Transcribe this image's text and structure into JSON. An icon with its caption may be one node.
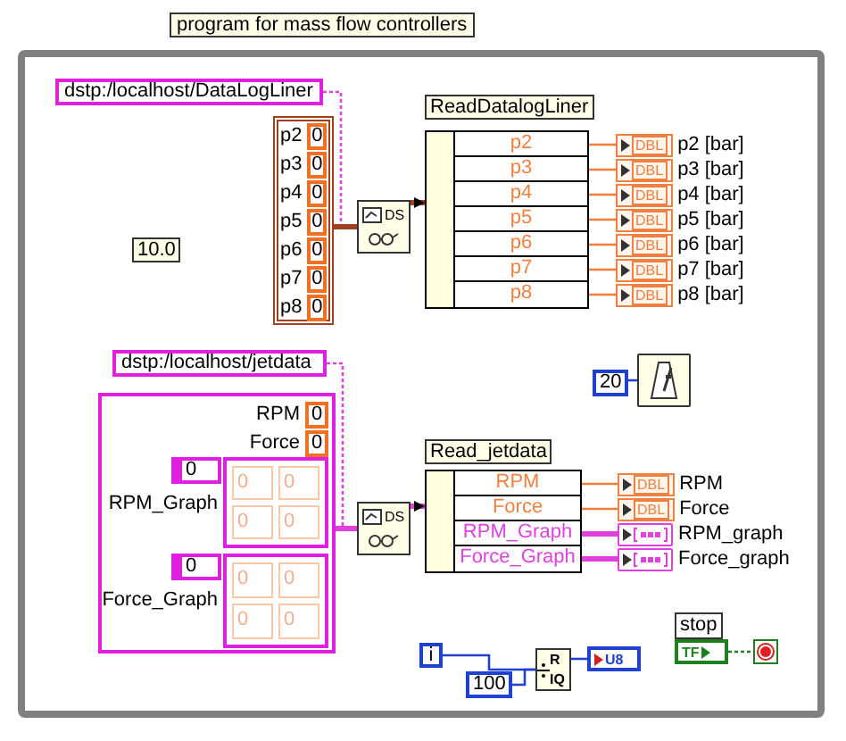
{
  "diagram": {
    "title": "program for mass flow controllers",
    "nodes": [
      {
        "text": [],
        "shape": "box"
      },
      {
        "text": [
          "dstp:/localhost/DataLogLiner"
        ],
        "in": 0
      },
      {
        "text": [
          "p2",
          "0",
          "p3",
          "0",
          "p4",
          "0",
          "p5",
          "0",
          "p6",
          "0",
          "p7",
          "0",
          "p8",
          "0"
        ],
        "in": 0
      },
      {
        "text": [
          "DS"
        ],
        "in": 0
      },
      {
        "text": [
          "ReadDatalogLiner",
          "p2",
          "p3",
          "p4",
          "p5",
          "p6",
          "p7",
          "p8"
        ],
        "in": 0
      },
      {
        "text": [
          "DBL"
        ],
        "beside": [
          "p2 [bar]"
        ],
        "in": 0
      },
      {
        "text": [
          "DBL"
        ],
        "beside": [
          "p3 [bar]"
        ],
        "in": 0
      },
      {
        "text": [
          "DBL"
        ],
        "beside": [
          "p4 [bar]"
        ],
        "in": 0
      },
      {
        "text": [
          "DBL"
        ],
        "beside": [
          "p5 [bar]"
        ],
        "in": 0
      },
      {
        "text": [
          "DBL"
        ],
        "beside": [
          "p6 [bar]"
        ],
        "in": 0
      },
      {
        "text": [
          "DBL"
        ],
        "beside": [
          "p7 [bar]"
        ],
        "in": 0
      },
      {
        "text": [
          "DBL"
        ],
        "beside": [
          "p8 [bar]"
        ],
        "in": 0
      },
      {
        "text": [
          "10.0"
        ],
        "in": 0
      },
      {
        "text": [
          "dstp:/localhost/jetdata"
        ],
        "in": 0
      },
      {
        "text": [
          "RPM",
          "0",
          "Force",
          "0"
        ],
        "in": 0
      },
      {
        "text": [
          "0",
          "RPM_Graph",
          "0",
          "0",
          "0",
          "0"
        ],
        "in": 14
      },
      {
        "text": [
          "0",
          "Force_Graph",
          "0",
          "0",
          "0",
          "0"
        ],
        "in": 14
      },
      {
        "text": [
          "DS"
        ],
        "in": 0
      },
      {
        "text": [
          "Read_jetdata",
          "RPM",
          "Force",
          "RPM_Graph",
          "Force_Graph"
        ],
        "in": 0
      },
      {
        "text": [
          "DBL"
        ],
        "beside": [
          "RPM"
        ],
        "in": 0
      },
      {
        "text": [
          "DBL"
        ],
        "beside": [
          "Force"
        ],
        "in": 0
      },
      {
        "text": [],
        "shape": "box",
        "beside": [
          "RPM_graph"
        ],
        "in": 0
      },
      {
        "text": [],
        "shape": "box",
        "beside": [
          "Force_graph"
        ],
        "in": 0
      },
      {
        "text": [
          "20"
        ],
        "in": 0
      },
      {
        "text": [],
        "shape": "box",
        "in": 0
      },
      {
        "text": [
          "i"
        ],
        "in": 0
      },
      {
        "text": [
          "100"
        ],
        "in": 0
      },
      {
        "text": [
          "R",
          "IQ"
        ],
        "in": 0
      },
      {
        "text": [
          "U8"
        ],
        "in": 0
      },
      {
        "text": [
          "stop",
          "TF"
        ],
        "in": 0
      },
      {
        "text": [],
        "shape": "circle",
        "in": 0
      }
    ],
    "edges": [
      {
        "from": 1,
        "to": 3,
        "arrow": "none",
        "style": "dashed",
        "color": "#e040e0"
      },
      {
        "from": 2,
        "to": 3,
        "arrow": "none",
        "style": "thick",
        "color": "#a04020"
      },
      {
        "from": 3,
        "to": 4,
        "arrow": "to",
        "style": "thick",
        "color": "#a04020"
      },
      {
        "from": 4,
        "to": 5,
        "arrow": "none"
      },
      {
        "from": 4,
        "to": 6,
        "arrow": "none"
      },
      {
        "from": 4,
        "to": 7,
        "arrow": "none"
      },
      {
        "from": 4,
        "to": 8,
        "arrow": "none"
      },
      {
        "from": 4,
        "to": 9,
        "arrow": "none"
      },
      {
        "from": 4,
        "to": 10,
        "arrow": "none"
      },
      {
        "from": 4,
        "to": 11,
        "arrow": "none"
      },
      {
        "from": 13,
        "to": 17,
        "arrow": "none",
        "style": "dashed",
        "color": "#e040e0"
      },
      {
        "from": 14,
        "to": 17,
        "arrow": "none",
        "style": "thick",
        "color": "#e040e0"
      },
      {
        "from": 17,
        "to": 18,
        "arrow": "to",
        "style": "thick",
        "color": "#e040e0"
      },
      {
        "from": 18,
        "to": 19,
        "arrow": "none"
      },
      {
        "from": 18,
        "to": 20,
        "arrow": "none"
      },
      {
        "from": 18,
        "to": 21,
        "arrow": "none",
        "style": "thick",
        "color": "#e040e0"
      },
      {
        "from": 18,
        "to": 22,
        "arrow": "none",
        "style": "thick",
        "color": "#e040e0"
      },
      {
        "from": 23,
        "to": 24,
        "arrow": "none",
        "color": "#2040d0"
      },
      {
        "from": 25,
        "to": 27,
        "arrow": "none",
        "color": "#2040d0"
      },
      {
        "from": 26,
        "to": 27,
        "arrow": "none",
        "color": "#2040d0"
      },
      {
        "from": 27,
        "to": 28,
        "arrow": "none",
        "color": "#2040d0"
      },
      {
        "from": 29,
        "to": 30,
        "arrow": "none",
        "style": "dashed",
        "color": "#208020"
      }
    ]
  }
}
